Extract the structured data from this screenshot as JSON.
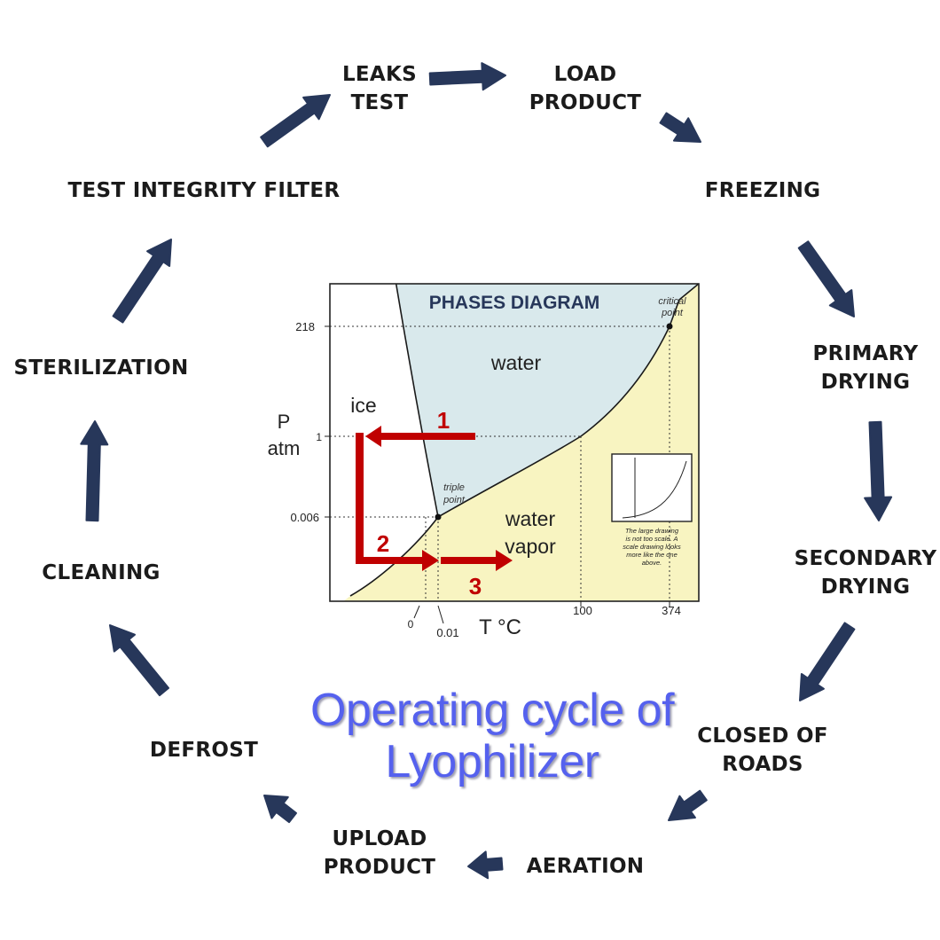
{
  "title_line1": "Operating cycle of",
  "title_line2": "Lyophilizer",
  "colors": {
    "cycle_arrow": "#27375a",
    "water_region": "#d9e9ec",
    "vapor_region": "#f8f4c1",
    "red_path": "#c00000",
    "diagram_title": "#27375a",
    "main_title": "#5561ee"
  },
  "steps": [
    {
      "label": "LEAKS\nTEST"
    },
    {
      "label": "LOAD\nPRODUCT"
    },
    {
      "label": "FREEZING"
    },
    {
      "label": "PRIMARY\nDRYING"
    },
    {
      "label": "SECONDARY\nDRYING"
    },
    {
      "label": "CLOSED OF\nROADS"
    },
    {
      "label": "AERATION"
    },
    {
      "label": "UPLOAD\nPRODUCT"
    },
    {
      "label": "DEFROST"
    },
    {
      "label": "CLEANING"
    },
    {
      "label": "STERILIZATION"
    },
    {
      "label": "TEST INTEGRITY FILTER"
    }
  ],
  "diagram": {
    "title": "PHASES DIAGRAM",
    "y_axis_label_line1": "P",
    "y_axis_label_line2": "atm",
    "x_axis_label": "T °C",
    "y_ticks": [
      "218",
      "1",
      "0.006"
    ],
    "x_ticks": [
      "0",
      "0.01",
      "100",
      "374"
    ],
    "regions": {
      "ice": "ice",
      "water": "water",
      "vapor_line1": "water",
      "vapor_line2": "vapor"
    },
    "critical_point": {
      "line1": "critical",
      "line2": "point"
    },
    "triple_point": {
      "line1": "triple",
      "line2": "point"
    },
    "path_steps": [
      "1",
      "2",
      "3"
    ],
    "inset_note": [
      "The large drawing",
      "is not too scale.  A",
      "scale drawing looks",
      "more like the one",
      "above."
    ]
  }
}
